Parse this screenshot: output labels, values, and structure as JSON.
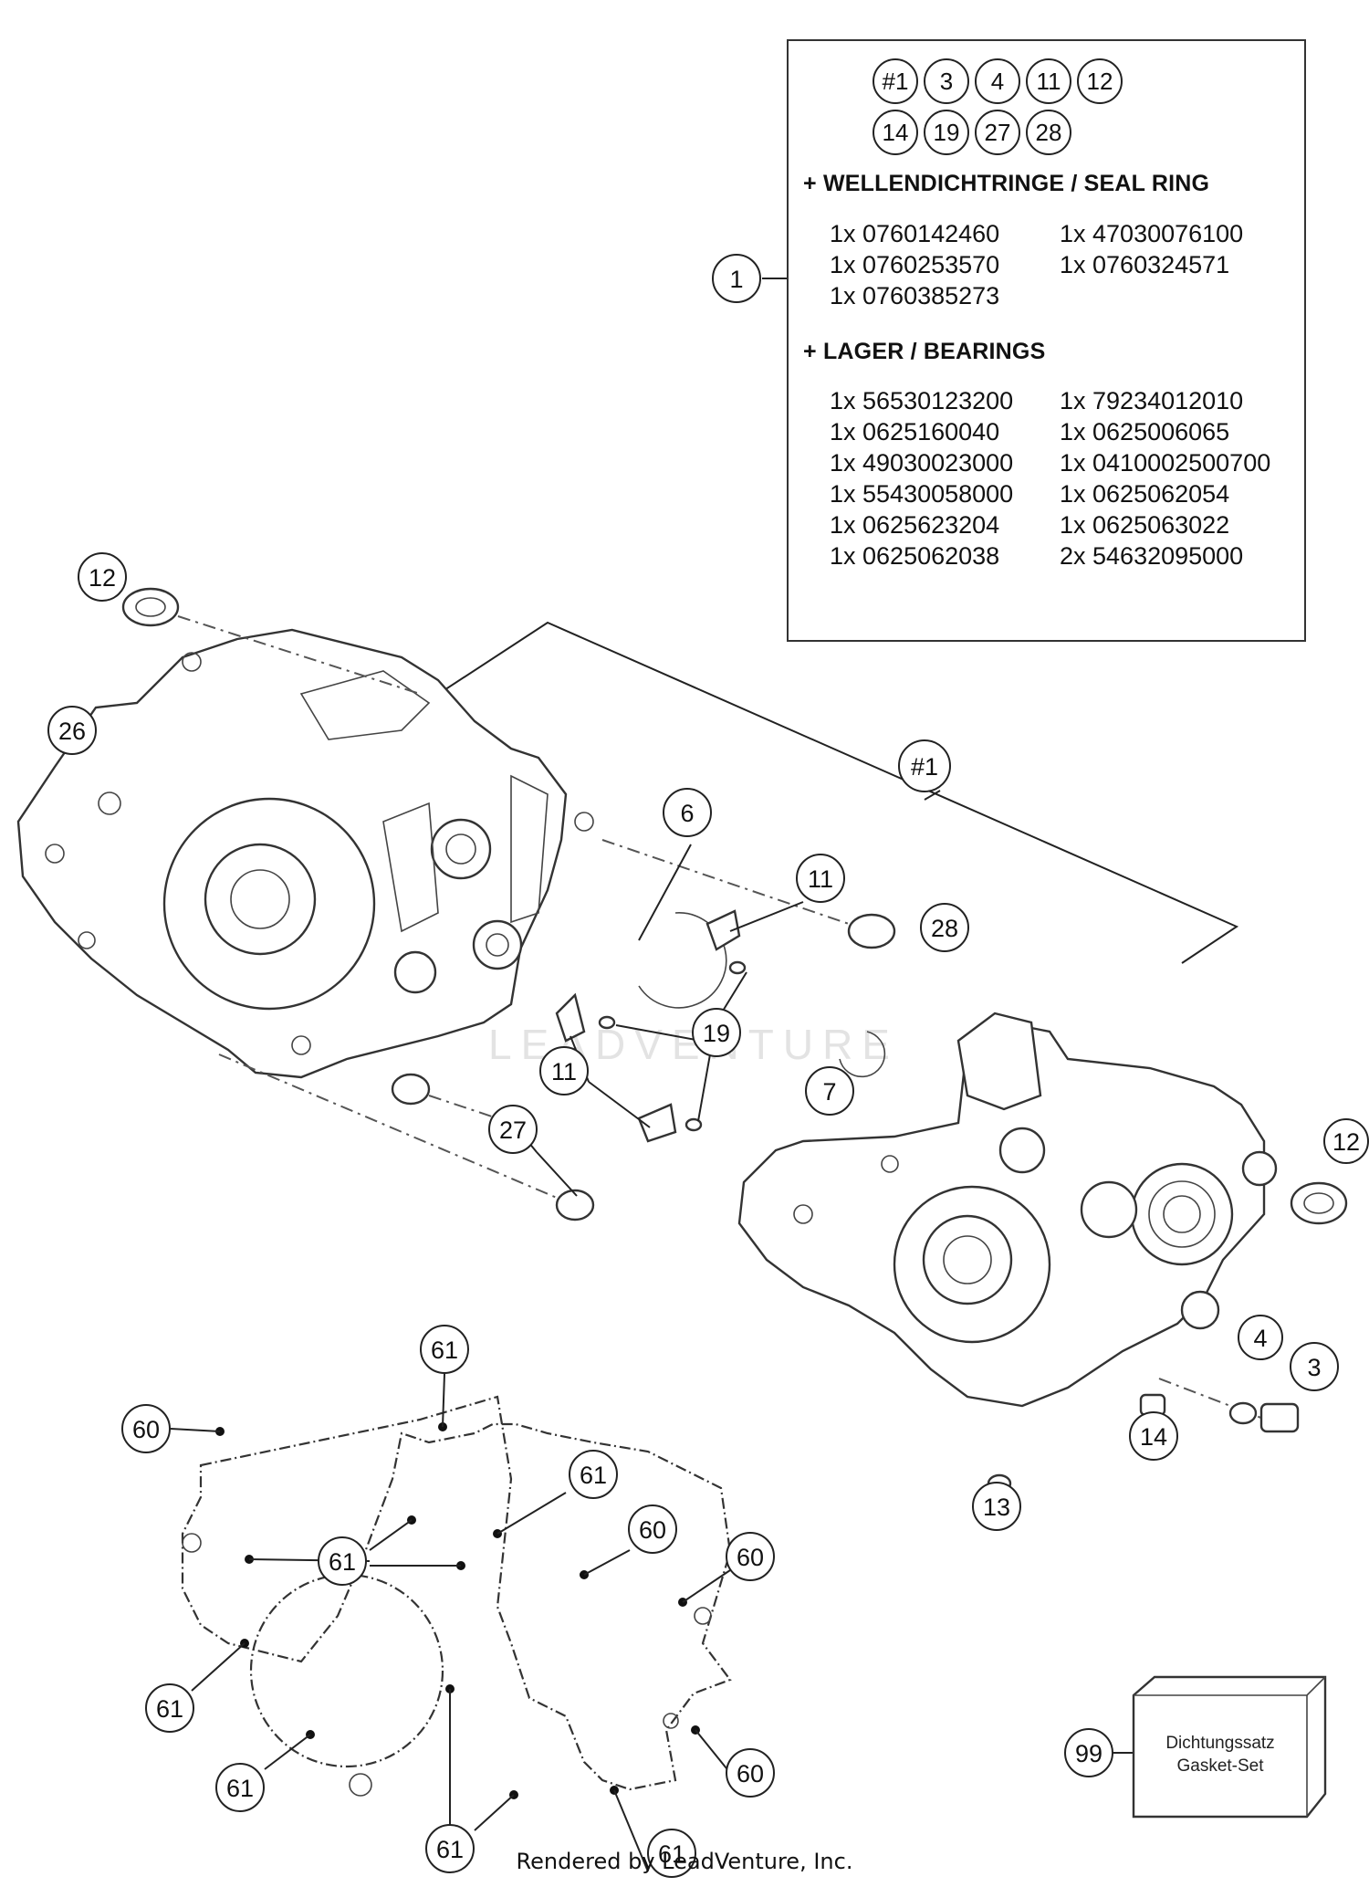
{
  "info_box": {
    "badges_row1": [
      "#1",
      "3",
      "4",
      "11",
      "12"
    ],
    "badges_row2": [
      "14",
      "19",
      "27",
      "28"
    ],
    "seal_ring_title": "+ WELLENDICHTRINGE / SEAL RING",
    "seal_ring_parts": [
      "1x 0760142460",
      "1x 47030076100",
      "1x 0760253570",
      "1x 0760324571",
      "1x 0760385273"
    ],
    "bearings_title": "+ LAGER / BEARINGS",
    "bearing_parts": [
      "1x 56530123200",
      "1x 79234012010",
      "1x 0625160040",
      "1x 0625006065",
      "1x 49030023000",
      "1x 0410002500700",
      "1x 55430058000",
      "1x 0625062054",
      "1x 0625623204",
      "1x 0625063022",
      "1x 0625062038",
      "2x 54632095000"
    ]
  },
  "callouts": {
    "c1": "1",
    "c12a": "12",
    "c26": "26",
    "c_set": "#1",
    "c6": "6",
    "c11a": "11",
    "c28": "28",
    "c19": "19",
    "c11b": "11",
    "c7": "7",
    "c27": "27",
    "c12b": "12",
    "c4": "4",
    "c3": "3",
    "c14": "14",
    "c13": "13",
    "c61a": "61",
    "c60a": "60",
    "c61b": "61",
    "c61c": "61",
    "c60b": "60",
    "c60c": "60",
    "c61d": "61",
    "c61e": "61",
    "c60d": "60",
    "c61f": "61",
    "c61g": "61",
    "c99": "99"
  },
  "gasket_set": {
    "line1": "Dichtungssatz",
    "line2": "Gasket-Set"
  },
  "watermark": "LEADVENTURE",
  "footer": "Rendered by LeadVenture, Inc."
}
